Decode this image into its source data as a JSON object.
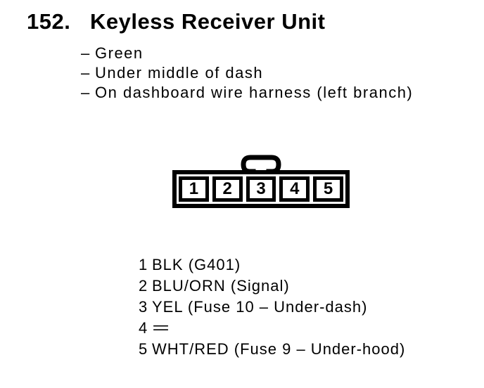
{
  "page": {
    "paper_color": "#ffffff",
    "ink_color": "#000000"
  },
  "header": {
    "number": "152.",
    "title": "Keyless Receiver Unit"
  },
  "details": {
    "marker": "–",
    "items": [
      "Green",
      "Under middle of dash",
      "On dashboard wire harness (left branch)"
    ]
  },
  "connector": {
    "cavities": [
      "1",
      "2",
      "3",
      "4",
      "5"
    ]
  },
  "pinout": [
    {
      "pin": "1",
      "wire": "BLK (G401)"
    },
    {
      "pin": "2",
      "wire": "BLU/ORN (Signal)"
    },
    {
      "pin": "3",
      "wire": "YEL (Fuse 10 – Under-dash)"
    },
    {
      "pin": "4",
      "wire": "="
    },
    {
      "pin": "5",
      "wire": "WHT/RED (Fuse 9 – Under-hood)"
    }
  ]
}
